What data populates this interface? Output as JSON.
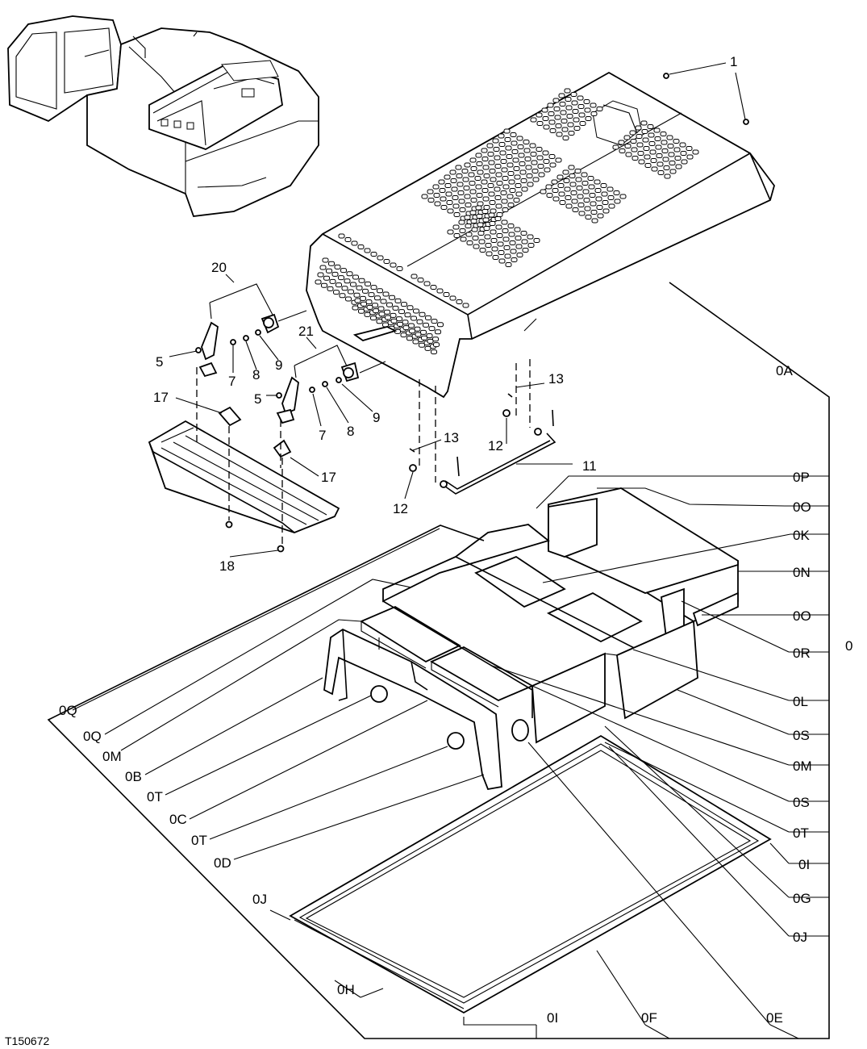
{
  "figure_id": "T150672",
  "callouts": {
    "c1": "1",
    "c5a": "5",
    "c5b": "5",
    "c7a": "7",
    "c7b": "7",
    "c8a": "8",
    "c8b": "8",
    "c9a": "9",
    "c9b": "9",
    "c11": "11",
    "c12a": "12",
    "c12b": "12",
    "c13a": "13",
    "c13b": "13",
    "c17a": "17",
    "c17b": "17",
    "c18": "18",
    "c20": "20",
    "c21": "21",
    "c0": "0",
    "c0A": "0A",
    "c0P": "0P",
    "c0O1": "0O",
    "c0K": "0K",
    "c0N": "0N",
    "c0O2": "0O",
    "c0R": "0R",
    "c0L": "0L",
    "c0S1": "0S",
    "c0M1": "0M",
    "c0S2": "0S",
    "c0T1": "0T",
    "c0I1": "0I",
    "c0G": "0G",
    "c0J1": "0J",
    "c0E": "0E",
    "c0F": "0F",
    "c0I2": "0I",
    "c0H": "0H",
    "c0Q1": "0Q",
    "c0Q2": "0Q",
    "c0M2": "0M",
    "c0B": "0B",
    "c0T2": "0T",
    "c0C": "0C",
    "c0T3": "0T",
    "c0D": "0D",
    "c0J2": "0J"
  }
}
